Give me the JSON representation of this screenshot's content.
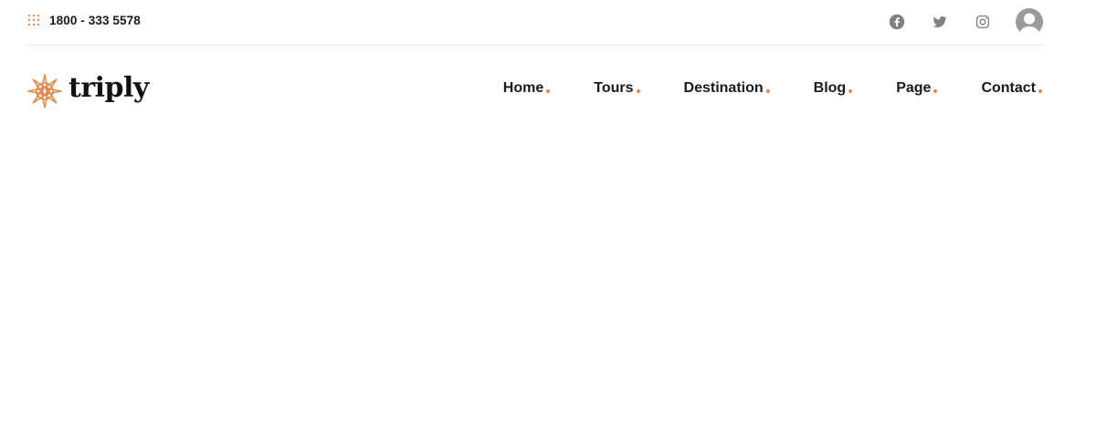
{
  "colors": {
    "accent": "#e58a4e",
    "text": "#1a1a1a",
    "muted_icon": "#808080",
    "divider": "#e8e8e8"
  },
  "topbar": {
    "phone_icon": "dots-grid-icon",
    "phone": "1800 - 333 5578",
    "social": [
      {
        "icon": "facebook-icon"
      },
      {
        "icon": "twitter-icon"
      },
      {
        "icon": "instagram-icon"
      }
    ],
    "account_icon": "user-avatar-icon"
  },
  "header": {
    "logo_icon": "compass-icon",
    "logo_text": "triply",
    "nav": [
      {
        "label": "Home"
      },
      {
        "label": "Tours"
      },
      {
        "label": "Destination"
      },
      {
        "label": "Blog"
      },
      {
        "label": "Page"
      },
      {
        "label": "Contact"
      }
    ]
  }
}
